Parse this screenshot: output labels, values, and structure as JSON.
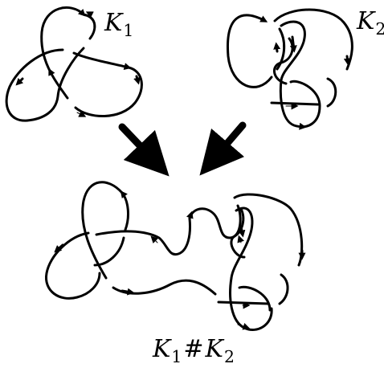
{
  "labels": {
    "k1": {
      "main": "K",
      "sub": "1"
    },
    "k2": {
      "main": "K",
      "sub": "2"
    },
    "sum": {
      "left_main": "K",
      "left_sub": "1",
      "op": "#",
      "right_main": "K",
      "right_sub": "2"
    }
  },
  "colors": {
    "stroke": "#000000",
    "background": "#ffffff"
  },
  "icons": {
    "arrowhead": "filled-triangle-arrowhead",
    "process_arrow": "thick-diagonal-arrow"
  }
}
